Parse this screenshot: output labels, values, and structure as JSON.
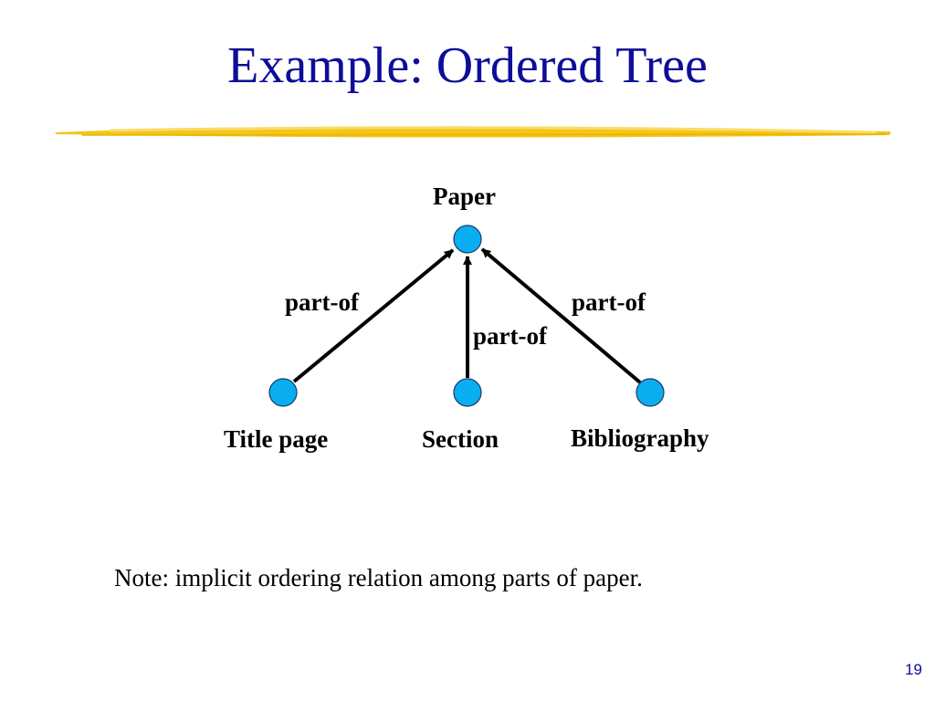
{
  "slide": {
    "title": "Example:  Ordered Tree",
    "note": "Note: implicit ordering relation among parts of paper.",
    "page_number": "19"
  },
  "diagram": {
    "nodes": {
      "root": "Paper",
      "child1": "Title page",
      "child2": "Section",
      "child3": "Bibliography"
    },
    "edges": {
      "child1": "part-of",
      "child2": "part-of",
      "child3": "part-of"
    }
  },
  "colors": {
    "title": "#0d0d99",
    "node": "#0aaef0",
    "accent": "#f5c518"
  }
}
